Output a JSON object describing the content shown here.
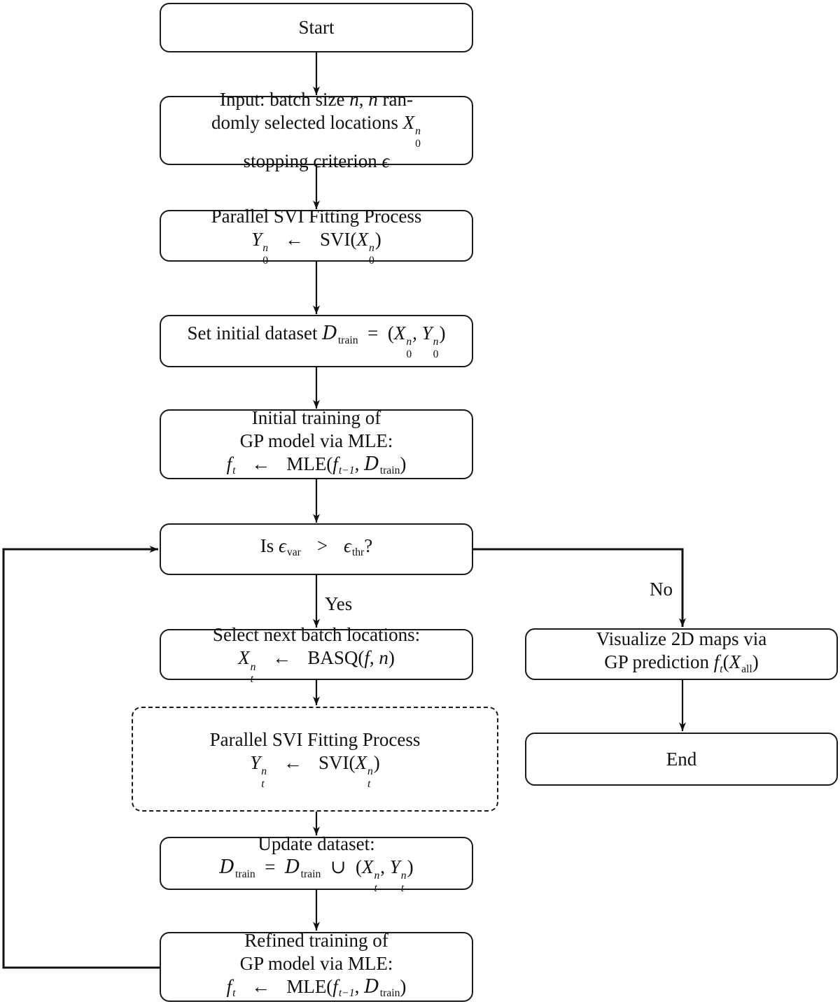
{
  "colors": {
    "line": "#111111",
    "background": "#ffffff"
  },
  "labels": {
    "yes": "Yes",
    "no": "No"
  },
  "nodes": {
    "start": {
      "lines": [
        [
          {
            "t": "Start"
          }
        ]
      ]
    },
    "input": {
      "lines": [
        [
          {
            "t": "Input: batch size "
          },
          {
            "t": "n",
            "i": true
          },
          {
            "t": ", "
          },
          {
            "t": "n",
            "i": true
          },
          {
            "t": " ran-"
          }
        ],
        [
          {
            "t": "domly selected locations "
          },
          {
            "t": "X",
            "i": true,
            "sup": "n",
            "sub": "0"
          }
        ],
        [
          {
            "t": "stopping criterion "
          },
          {
            "t": "ϵ",
            "i": true
          }
        ]
      ]
    },
    "svi0": {
      "lines": [
        [
          {
            "t": "Parallel SVI Fitting Process"
          }
        ],
        [
          {
            "t": "Y",
            "i": true,
            "sup": "n",
            "sub": "0"
          },
          {
            "t": "←",
            "opw": true
          },
          {
            "t": "SVI("
          },
          {
            "t": "X",
            "i": true,
            "sup": "n",
            "sub": "0"
          },
          {
            "t": ")"
          }
        ]
      ]
    },
    "setinit": {
      "lines": [
        [
          {
            "t": "Set initial dataset "
          },
          {
            "t": "D",
            "cal": true,
            "sub": "train"
          },
          {
            "t": "=",
            "op": true
          },
          {
            "t": "("
          },
          {
            "t": "X",
            "i": true,
            "sup": "n",
            "sub": "0"
          },
          {
            "t": ", "
          },
          {
            "t": "Y",
            "i": true,
            "sup": "n",
            "sub": "0"
          },
          {
            "t": ")"
          }
        ]
      ]
    },
    "inittrain": {
      "lines": [
        [
          {
            "t": "Initial training of"
          }
        ],
        [
          {
            "t": "GP model via MLE:"
          }
        ],
        [
          {
            "t": "f",
            "i": true,
            "sub": "t",
            "subi": true
          },
          {
            "t": "←",
            "opw": true
          },
          {
            "t": "MLE("
          },
          {
            "t": "f",
            "i": true,
            "sub": "t−1",
            "subi": true
          },
          {
            "t": ", "
          },
          {
            "t": "D",
            "cal": true,
            "sub": "train"
          },
          {
            "t": ")"
          }
        ]
      ]
    },
    "decision": {
      "lines": [
        [
          {
            "t": "Is "
          },
          {
            "t": "ϵ",
            "i": true,
            "sub": "var"
          },
          {
            "t": ">",
            "opw": true
          },
          {
            "t": "ϵ",
            "i": true,
            "sub": "thr"
          },
          {
            "t": "?"
          }
        ]
      ]
    },
    "select": {
      "lines": [
        [
          {
            "t": "Select next batch locations:"
          }
        ],
        [
          {
            "t": "X",
            "i": true,
            "sup": "n",
            "sub": "t",
            "subi": true
          },
          {
            "t": "←",
            "opw": true
          },
          {
            "t": "BASQ("
          },
          {
            "t": "f",
            "i": true
          },
          {
            "t": ", "
          },
          {
            "t": "n",
            "i": true
          },
          {
            "t": ")"
          }
        ]
      ]
    },
    "svit": {
      "lines": [
        [
          {
            "t": "Parallel SVI Fitting Process"
          }
        ],
        [
          {
            "t": "Y",
            "i": true,
            "sup": "n",
            "sub": "t",
            "subi": true
          },
          {
            "t": "←",
            "opw": true
          },
          {
            "t": "SVI("
          },
          {
            "t": "X",
            "i": true,
            "sup": "n",
            "sub": "t",
            "subi": true
          },
          {
            "t": ")"
          }
        ]
      ]
    },
    "update": {
      "lines": [
        [
          {
            "t": "Update dataset:"
          }
        ],
        [
          {
            "t": "D",
            "cal": true,
            "sub": "train"
          },
          {
            "t": "=",
            "op": true
          },
          {
            "t": "D",
            "cal": true,
            "sub": "train"
          },
          {
            "t": "∪",
            "op": true
          },
          {
            "t": "("
          },
          {
            "t": "X",
            "i": true,
            "sup": "n",
            "sub": "t",
            "subi": true
          },
          {
            "t": ", "
          },
          {
            "t": "Y",
            "i": true,
            "sup": "n",
            "sub": "t",
            "subi": true
          },
          {
            "t": ")"
          }
        ]
      ]
    },
    "refined": {
      "lines": [
        [
          {
            "t": "Refined training of"
          }
        ],
        [
          {
            "t": "GP model via MLE:"
          }
        ],
        [
          {
            "t": "f",
            "i": true,
            "sub": "t",
            "subi": true
          },
          {
            "t": "←",
            "opw": true
          },
          {
            "t": "MLE("
          },
          {
            "t": "f",
            "i": true,
            "sub": "t−1",
            "subi": true
          },
          {
            "t": ", "
          },
          {
            "t": "D",
            "cal": true,
            "sub": "train"
          },
          {
            "t": ")"
          }
        ]
      ]
    },
    "visualize": {
      "lines": [
        [
          {
            "t": "Visualize 2D maps via"
          }
        ],
        [
          {
            "t": "GP prediction "
          },
          {
            "t": "f",
            "i": true,
            "sub": "t",
            "subi": true
          },
          {
            "t": "("
          },
          {
            "t": "X",
            "i": true,
            "sub": "all"
          },
          {
            "t": ")"
          }
        ]
      ]
    },
    "end": {
      "lines": [
        [
          {
            "t": "End"
          }
        ]
      ]
    }
  }
}
